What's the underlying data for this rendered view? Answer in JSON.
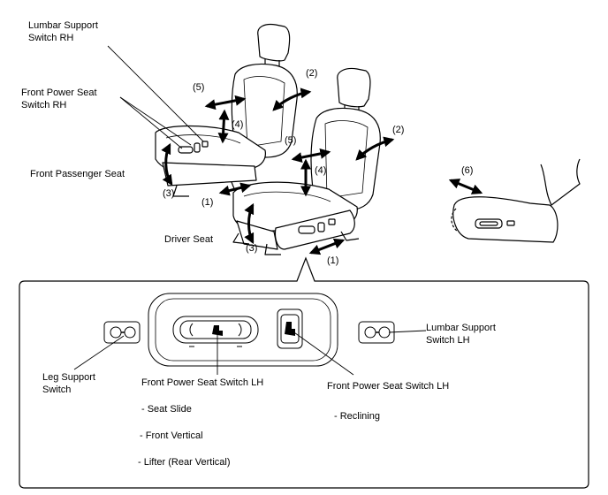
{
  "labels": {
    "lumbar_rh": [
      "Lumbar Support",
      "Switch RH"
    ],
    "front_power_rh": [
      "Front Power Seat",
      "Switch RH"
    ],
    "front_passenger_seat": "Front Passenger Seat",
    "driver_seat": "Driver Seat",
    "leg_support": [
      "Leg Support",
      "Switch"
    ],
    "front_power_lh_1": "Front Power Seat Switch LH",
    "front_power_lh_2": "Front Power Seat Switch LH",
    "lumbar_lh": [
      "Lumbar Support",
      "Switch LH"
    ],
    "seat_slide": "- Seat Slide",
    "front_vertical": "- Front Vertical",
    "lifter": "- Lifter (Rear Vertical)",
    "reclining": "- Reclining"
  },
  "markers": {
    "m1": "(1)",
    "m2": "(2)",
    "m3": "(3)",
    "m4": "(4)",
    "m5": "(5)",
    "m6": "(6)"
  }
}
